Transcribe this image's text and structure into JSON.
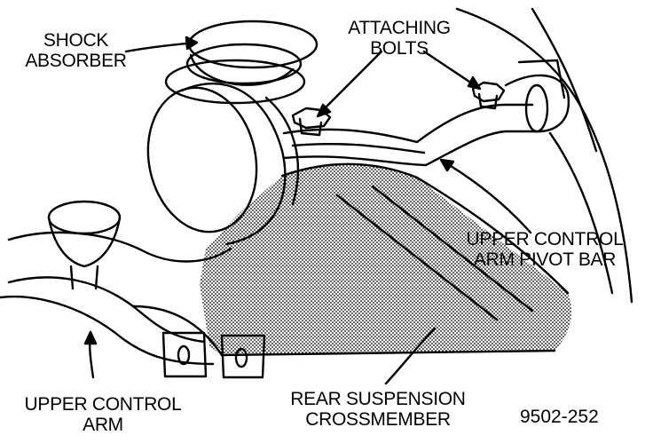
{
  "diagram": {
    "labels": {
      "shock_absorber": [
        "SHOCK",
        "ABSORBER"
      ],
      "attaching_bolts": [
        "ATTACHING",
        "BOLTS"
      ],
      "upper_control_arm_pivot_bar": [
        "UPPER CONTROL",
        "ARM PIVOT BAR"
      ],
      "upper_control_arm": [
        "UPPER CONTROL",
        "ARM"
      ],
      "rear_suspension_crossmember": [
        "REAR SUSPENSION",
        "CROSSMEMBER"
      ]
    },
    "figure_id": "9502-252"
  }
}
